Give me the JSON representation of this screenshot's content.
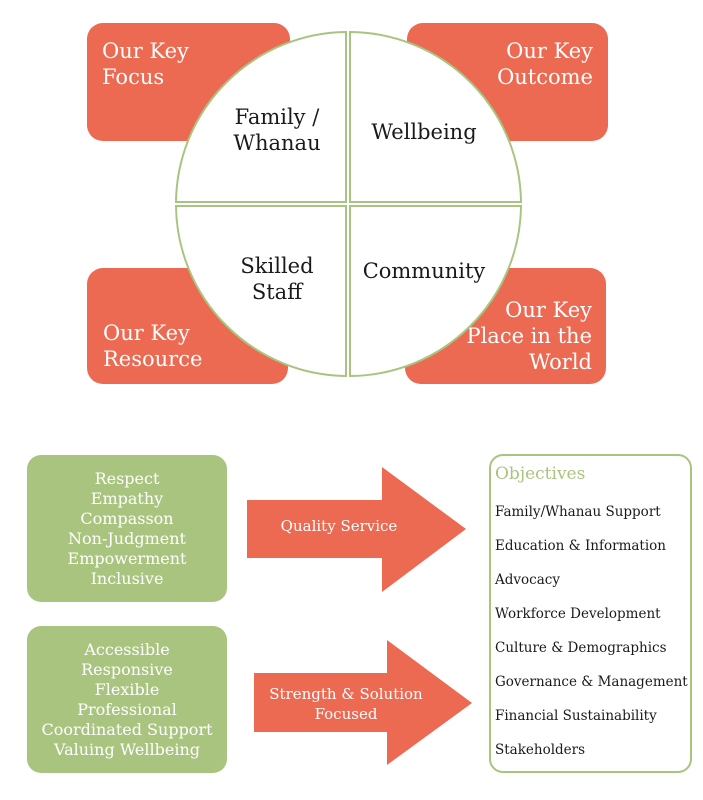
{
  "key_boxes": {
    "top_left": {
      "label_line1": "Our Key",
      "label_line2": "Focus"
    },
    "top_right": {
      "label_line1": "Our Key",
      "label_line2": "Outcome"
    },
    "bottom_left": {
      "label_line1": "Our Key",
      "label_line2": "Resource"
    },
    "bottom_right": {
      "label_line1": "Our Key",
      "label_line2": "Place in the",
      "label_line3": "World"
    }
  },
  "quadrants": {
    "top_left": {
      "line1": "Family /",
      "line2": "Whanau"
    },
    "top_right": {
      "line1": "Wellbeing"
    },
    "bottom_left": {
      "line1": "Skilled",
      "line2": "Staff"
    },
    "bottom_right": {
      "line1": "Community"
    }
  },
  "values_box_1": [
    "Respect",
    "Empathy",
    "Compasson",
    "Non-Judgment",
    "Empowerment",
    "Inclusive"
  ],
  "values_box_2": [
    "Accessible",
    "Responsive",
    "Flexible",
    "Professional",
    "Coordinated Support",
    "Valuing Wellbeing"
  ],
  "arrows": {
    "first": {
      "line1": "Quality Service"
    },
    "second": {
      "line1": "Strength & Solution",
      "line2": "Focused"
    }
  },
  "objectives": {
    "title": "Objectives",
    "items": [
      "Family/Whanau Support",
      "Education & Information",
      "Advocacy",
      "Workforce Development",
      "Culture & Demographics",
      "Governance & Management",
      "Financial Sustainability",
      "Stakeholders"
    ]
  },
  "colors": {
    "accent_orange": "#ec6952",
    "accent_green": "#a9c47f",
    "text_dark": "#1a1a1a"
  }
}
